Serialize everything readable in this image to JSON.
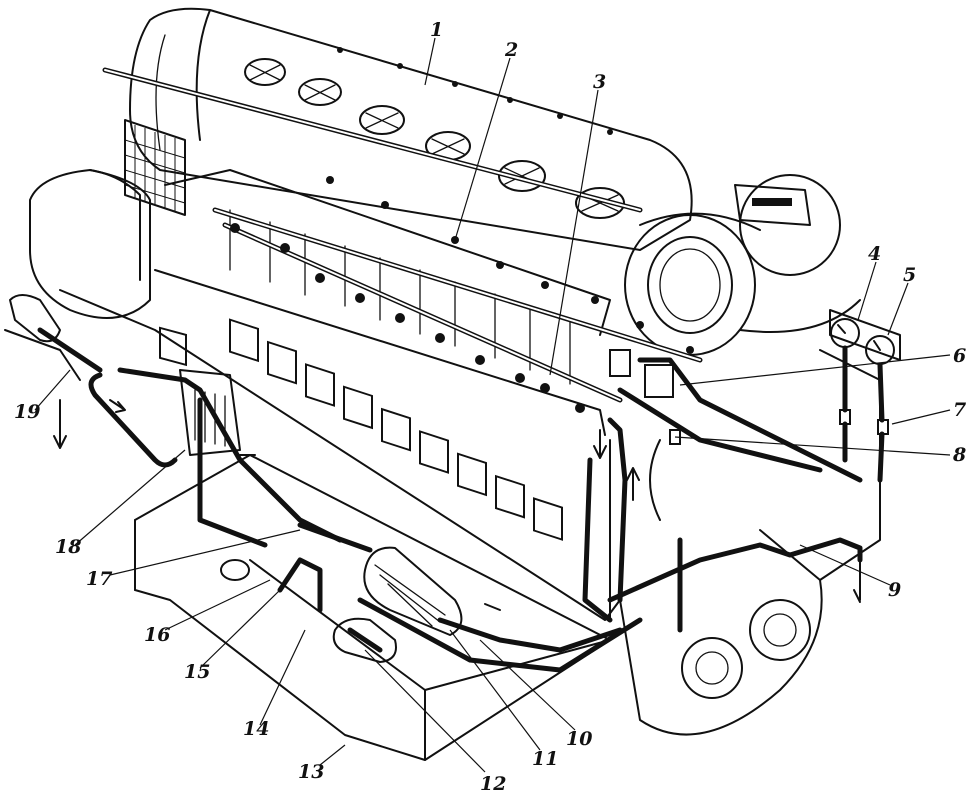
{
  "diagram": {
    "callouts": [
      "1",
      "2",
      "3",
      "4",
      "5",
      "6",
      "7",
      "8",
      "9",
      "10",
      "11",
      "12",
      "13",
      "14",
      "15",
      "16",
      "17",
      "18",
      "19"
    ]
  },
  "colors": {
    "ink": "#111111",
    "paper": "#ffffff"
  }
}
